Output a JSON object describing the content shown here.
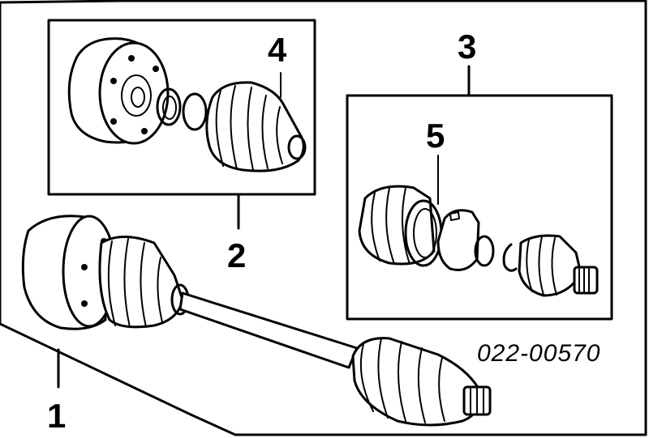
{
  "diagram": {
    "reference_code": "022-00570",
    "callouts": {
      "one": "1",
      "two": "2",
      "three": "3",
      "four": "4",
      "five": "5"
    }
  },
  "colors": {
    "line": "#000000",
    "background": "#ffffff"
  }
}
